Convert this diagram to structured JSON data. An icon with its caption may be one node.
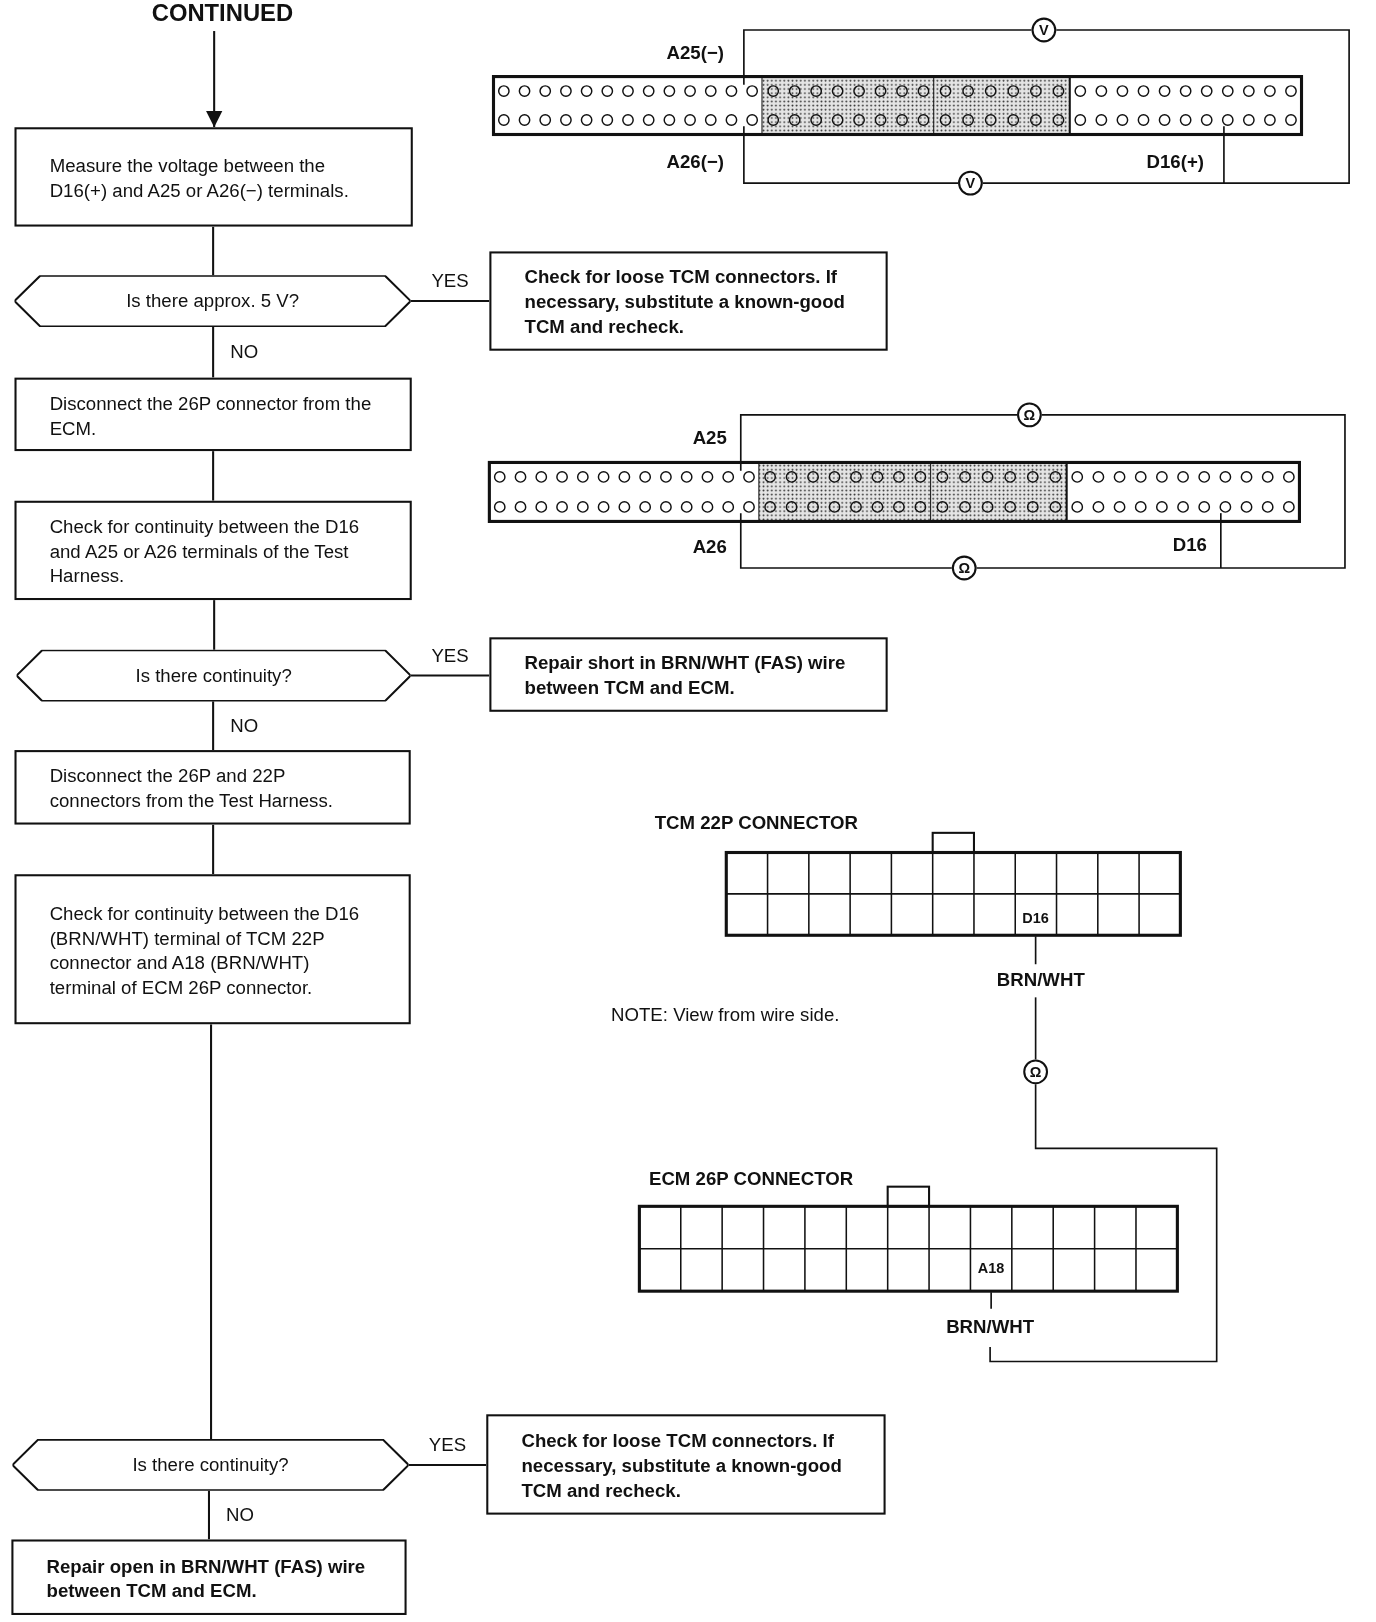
{
  "diagram": {
    "nodes": [
      {
        "text": [
          "CONTINUED"
        ]
      },
      {
        "text": [
          "Measure the voltage between the D16(+) and A25 or A26(−) terminals."
        ]
      },
      {
        "text": [
          "Is there approx. 5 V?"
        ]
      },
      {
        "text": [
          "Check for loose TCM connectors. If necessary, substitute a known-good TCM and recheck."
        ]
      },
      {
        "text": [
          "Disconnect the 26P connector from the ECM."
        ]
      },
      {
        "text": [
          "Check for continuity between the D16 and A25 or A26 terminals of the Test Harness."
        ]
      },
      {
        "text": [
          "Is there continuity?"
        ]
      },
      {
        "text": [
          "Repair short in BRN/WHT (FAS) wire between TCM and ECM."
        ]
      },
      {
        "text": [
          "Disconnect the 26P and 22P connectors from the Test Harness."
        ]
      },
      {
        "text": [
          "Check for continuity between the D16 (BRN/WHT) terminal of TCM 22P connector and A18 (BRN/WHT) terminal of ECM 26P connector."
        ]
      },
      {
        "text": [
          "Is there continuity?"
        ]
      },
      {
        "text": [
          "Check for loose TCM connectors. If necessary, substitute a known-good TCM and recheck."
        ]
      },
      {
        "text": [
          "Repair open in BRN/WHT (FAS) wire between TCM and ECM."
        ]
      }
    ],
    "edges": [
      {
        "from": 0,
        "to": 1,
        "arrow": "to"
      },
      {
        "from": 1,
        "to": 2,
        "arrow": "none"
      },
      {
        "from": 2,
        "to": 3,
        "arrow": "none",
        "label": "YES"
      },
      {
        "from": 2,
        "to": 4,
        "arrow": "none",
        "label": "NO"
      },
      {
        "from": 4,
        "to": 5,
        "arrow": "none"
      },
      {
        "from": 5,
        "to": 6,
        "arrow": "none"
      },
      {
        "from": 6,
        "to": 7,
        "arrow": "none",
        "label": "YES"
      },
      {
        "from": 6,
        "to": 8,
        "arrow": "none",
        "label": "NO"
      },
      {
        "from": 8,
        "to": 9,
        "arrow": "none"
      },
      {
        "from": 9,
        "to": 10,
        "arrow": "none"
      },
      {
        "from": 10,
        "to": 11,
        "arrow": "none",
        "label": "YES"
      },
      {
        "from": 10,
        "to": 12,
        "arrow": "none",
        "label": "NO"
      }
    ],
    "labels": [
      "V",
      "A25(−)",
      "A26(−)",
      "D16(+)",
      "V",
      "Ω",
      "A25",
      "A26",
      "D16",
      "Ω",
      "TCM 22P CONNECTOR",
      "D16",
      "BRN/WHT",
      "NOTE: View from wire side.",
      "Ω",
      "ECM 26P CONNECTOR",
      "A18",
      "BRN/WHT"
    ]
  }
}
